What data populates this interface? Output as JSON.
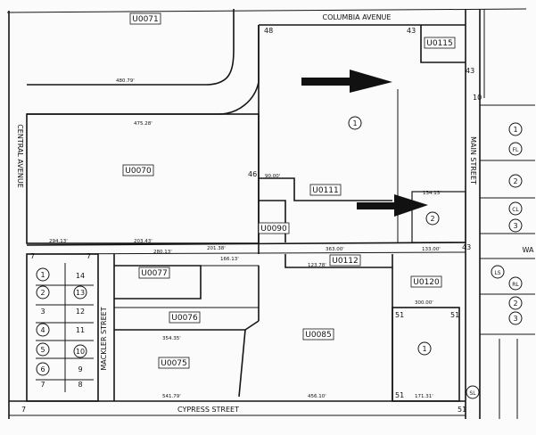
{
  "streets": {
    "columbia": "COLUMBIA AVENUE",
    "main": "MAIN STREET",
    "cypress": "CYPRESS STREET",
    "central": "CENTRAL AVENUE",
    "mackler": "MACKLER STREET"
  },
  "parcels": {
    "u0071": "U0071",
    "u0115": "U0115",
    "u0070": "U0070",
    "u0111": "U0111",
    "u0090": "U0090",
    "u0112": "U0112",
    "u0077": "U0077",
    "u0120": "U0120",
    "u0076": "U0076",
    "u0085": "U0085",
    "u0075": "U0075"
  },
  "block_numbers": {
    "b48": "48",
    "b43_top": "43",
    "b43_right": "43",
    "b46": "46",
    "b43_mid": "43",
    "b7_left": "7",
    "b7_right": "7",
    "b51_a": "51",
    "b51_b": "51",
    "b51_c": "51",
    "b51_d": "51",
    "b10": "10",
    "b7_bottom": "7"
  },
  "lot_circles": {
    "main_1": "1",
    "main_2": "2",
    "lower_1": "1",
    "r1": "1",
    "rFL": "FL",
    "r2": "2",
    "rCL": "CL",
    "r3": "3",
    "rLS": "LS",
    "rRL": "RL",
    "r2b": "2",
    "r3b": "3",
    "rSL": "SL",
    "m1": "1",
    "m13": "13",
    "m2": "2",
    "m4": "4",
    "m10": "10",
    "m5": "5",
    "m6": "6"
  },
  "lot_numbers": {
    "m14": "14",
    "m3": "3",
    "m12": "12",
    "m11": "11",
    "m9": "9",
    "m7": "7",
    "m8": "8",
    "wa": "WA"
  },
  "measurements": {
    "d1": "480.79'",
    "d2": "475.28'",
    "d3": "294.13'",
    "d4": "203.43'",
    "d5": "201.38'",
    "d6": "363.00'",
    "d7": "133.00'",
    "d8": "90.00'",
    "d9": "134.13'",
    "d10": "300.00'",
    "d11": "541.79'",
    "d12": "456.10'",
    "d13": "171.31'",
    "d14": "354.35'",
    "d15": "123.78'",
    "d16": "280.13'",
    "d17": "166.13'"
  },
  "colors": {
    "ink": "#151515",
    "paper": "#fbfbfb",
    "arrow": "#111111"
  }
}
